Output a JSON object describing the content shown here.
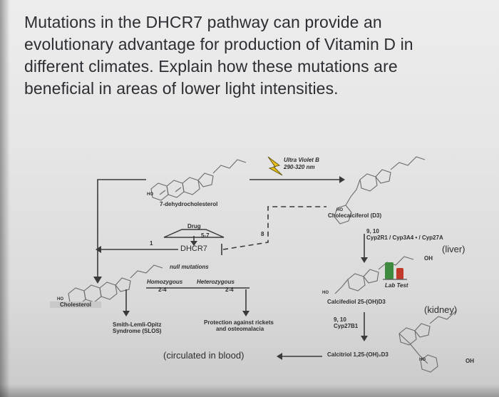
{
  "question": {
    "line1": "Mutations in the DHCR7 pathway can provide an",
    "line2": "evolutionary advantage for production of Vitamin D in",
    "line3": "different climates. Explain how these mutations are",
    "line4": "beneficial in areas of lower light intensities."
  },
  "diagram": {
    "uv_label": "Ultra Violet B",
    "uv_range": "290-320 nm",
    "dehydrocholesterol": "7-dehydrocholesterol",
    "cholecalciferol": "Cholecalciferol (D3)",
    "drug": "Drug",
    "step_57": "5-7",
    "step_1": "1",
    "step_8": "8",
    "dhcr7": "DHCR7",
    "null_mutations": "null mutations",
    "homozygous": "Homozygous",
    "heterozygous": "Heterozygous",
    "homo_ratio": "2-4",
    "hetero_ratio": "2-4",
    "cholesterol": "Cholesterol",
    "slos": "Smith-Lemli-Opitz",
    "slos2": "Syndrome (SLOS)",
    "protection": "Protection against rickets",
    "protection2": "and osteomalacia",
    "circulated": "(circulated in blood)",
    "liver_enzymes_pos": "9, 10",
    "liver_enzymes": "Cyp2R1 / Cyp3A4 • / Cyp27A",
    "liver": "(liver)",
    "lab_test": "Lab Test",
    "calcifediol": "Calcifediol 25-(OH)D3",
    "kidney": "(kidney)",
    "kidney_enzyme_pos": "9, 10",
    "kidney_enzyme": "Cyp27B1",
    "calcitriol": "Calcitriol 1,25-(OH)₂D3",
    "oh_1": "OH",
    "oh_2": "OH",
    "ho_1": "HO",
    "ho_2": "HO",
    "ho_3": "HO",
    "ho_4": "HO",
    "ho_5": "HO"
  },
  "colors": {
    "text": "#2d2d33",
    "uv_yellow": "#e8c21b",
    "lab_green": "#3e8a3e",
    "lab_red": "#c0392b"
  }
}
